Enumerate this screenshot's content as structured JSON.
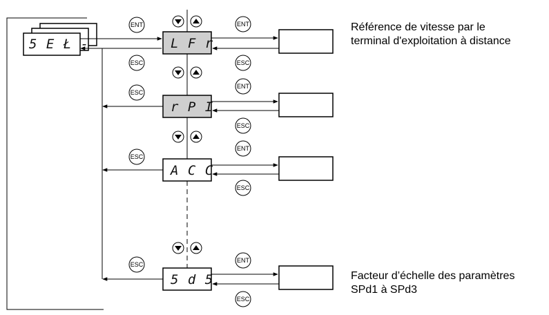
{
  "menu": {
    "root": "5 E Ł -",
    "items": [
      {
        "code": "L F r",
        "highlighted": true,
        "description": [
          "Référence de vitesse par le",
          "terminal d'exploitation à distance"
        ]
      },
      {
        "code": "r P I",
        "highlighted": true,
        "description": []
      },
      {
        "code": "A C C",
        "highlighted": false,
        "description": []
      },
      {
        "code": "5 d 5",
        "highlighted": false,
        "description": [
          "Facteur d’échelle des paramètres",
          "SPd1 à SPd3"
        ]
      }
    ]
  },
  "buttons": {
    "ent": "ENT",
    "esc": "ESC"
  },
  "colors": {
    "highlight_fill": "#cfcfcf",
    "line": "#000000"
  }
}
